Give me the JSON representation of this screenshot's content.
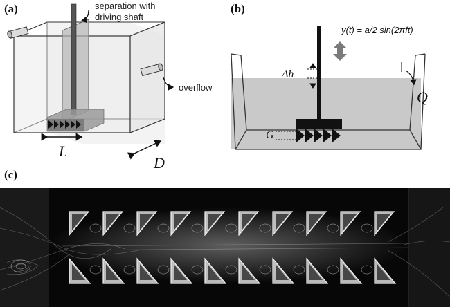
{
  "panels": {
    "a": {
      "label": "(a)",
      "shaft_note": [
        "separation with",
        "driving shaft"
      ],
      "overflow": "overflow",
      "dim_length": "L",
      "dim_depth": "D"
    },
    "b": {
      "label": "(b)",
      "equation": "y(t) = a/2 sin(2πft)",
      "delta_h": "Δh",
      "gap": "G",
      "flow_rate": "Q"
    },
    "c": {
      "label": "(c)",
      "tooth_count_per_row": 10
    }
  },
  "colors": {
    "water": "#cfcfcf",
    "outline": "#2a2a2a",
    "teeth": "#111111",
    "photo_bg": "#0b0b0b",
    "arrow": "#7a7a7a"
  }
}
